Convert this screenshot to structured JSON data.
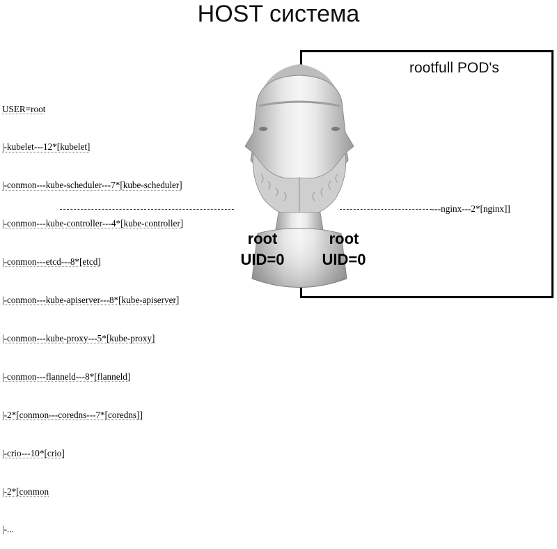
{
  "title": "HOST система",
  "pod_box": {
    "label": "rootfull POD's"
  },
  "process_tree": [
    "USER=root",
    "|-kubelet---12*[kubelet]",
    "|-conmon---kube-scheduler---7*[kube-scheduler]",
    "|-conmon---kube-controller---4*[kube-controller]",
    "|-conmon---etcd---8*[etcd]",
    "|-conmon---kube-apiserver---8*[kube-apiserver]",
    "|-conmon---kube-proxy---5*[kube-proxy]",
    "|-conmon---flanneld---8*[flanneld]",
    "|-2*[conmon---coredns---7*[coredns]]",
    "|-crio---10*[crio]",
    "|-2*[conmon",
    "|-..."
  ],
  "nginx_tail": "---nginx---2*[nginx]]",
  "left_identity": {
    "user": "root",
    "uid": "UID=0"
  },
  "right_identity": {
    "user": "root",
    "uid": "UID=0"
  },
  "icons": {
    "bust": "janus-bust-icon"
  }
}
